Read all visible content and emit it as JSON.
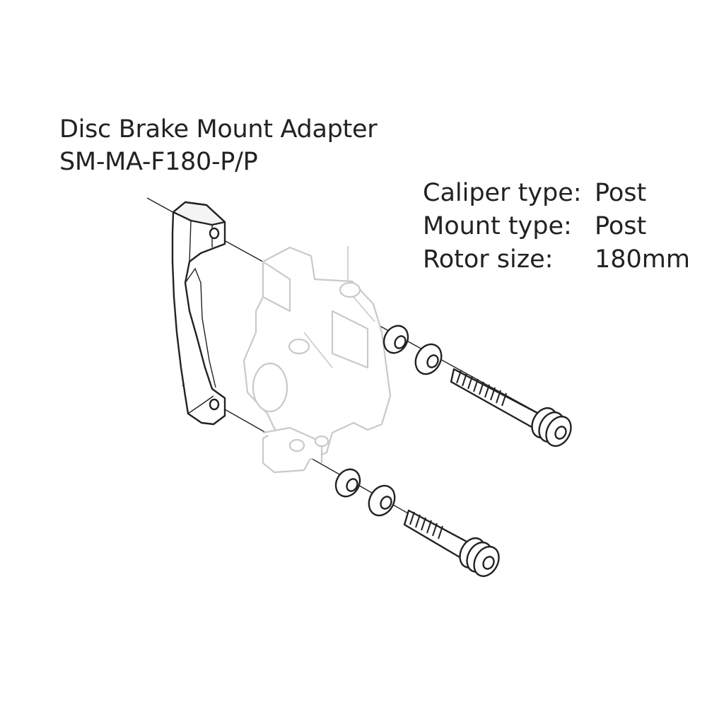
{
  "title": {
    "line1": "Disc Brake Mount Adapter",
    "line2": "SM-MA-F180-P/P"
  },
  "specs": [
    {
      "label": "Caliper type:",
      "value": "Post"
    },
    {
      "label": "Mount type:",
      "value": "Post"
    },
    {
      "label": "Rotor size:",
      "value": "180mm"
    }
  ],
  "parts": [
    "mount-adapter",
    "brake-caliper",
    "washer",
    "washer",
    "fixing-bolt",
    "washer",
    "washer",
    "fixing-bolt"
  ]
}
